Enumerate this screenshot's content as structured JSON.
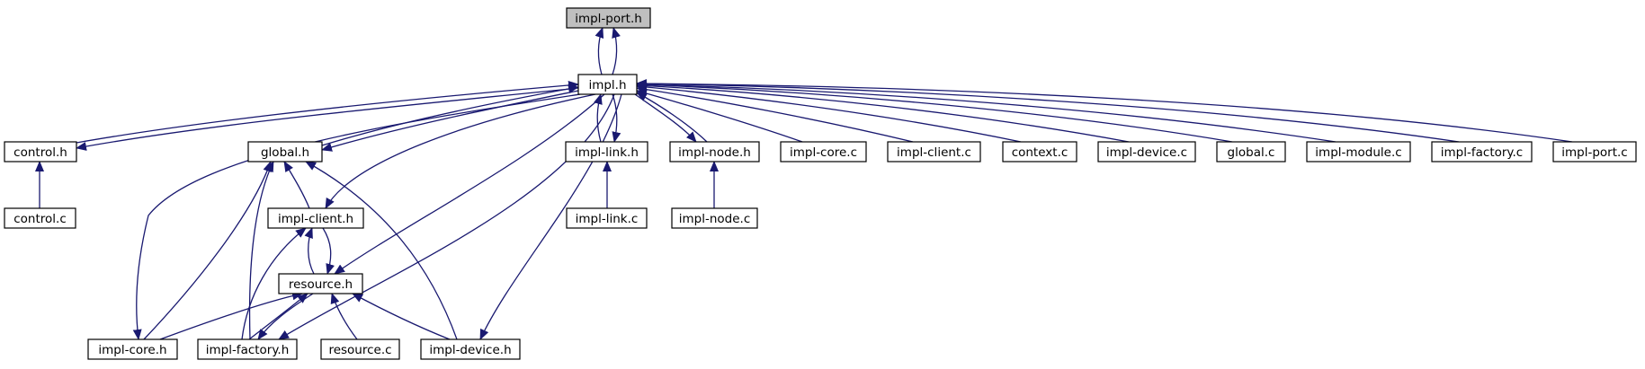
{
  "diagram": {
    "type": "include-dependency-graph",
    "colors": {
      "edge": "#191970",
      "node_border": "#000000",
      "node_fill": "#ffffff",
      "highlight_fill": "#bfbfbf"
    },
    "nodes": [
      {
        "id": "impl_port_h",
        "label": "impl-port.h",
        "highlight": true
      },
      {
        "id": "impl_h",
        "label": "impl.h"
      },
      {
        "id": "control_h",
        "label": "control.h"
      },
      {
        "id": "global_h",
        "label": "global.h"
      },
      {
        "id": "impl_link_h",
        "label": "impl-link.h"
      },
      {
        "id": "impl_node_h",
        "label": "impl-node.h"
      },
      {
        "id": "impl_core_c",
        "label": "impl-core.c"
      },
      {
        "id": "impl_client_c",
        "label": "impl-client.c"
      },
      {
        "id": "context_c",
        "label": "context.c"
      },
      {
        "id": "impl_device_c",
        "label": "impl-device.c"
      },
      {
        "id": "global_c",
        "label": "global.c"
      },
      {
        "id": "impl_module_c",
        "label": "impl-module.c"
      },
      {
        "id": "impl_factory_c",
        "label": "impl-factory.c"
      },
      {
        "id": "impl_port_c",
        "label": "impl-port.c"
      },
      {
        "id": "control_c",
        "label": "control.c"
      },
      {
        "id": "impl_client_h",
        "label": "impl-client.h"
      },
      {
        "id": "impl_link_c",
        "label": "impl-link.c"
      },
      {
        "id": "impl_node_c",
        "label": "impl-node.c"
      },
      {
        "id": "resource_h",
        "label": "resource.h"
      },
      {
        "id": "impl_core_h",
        "label": "impl-core.h"
      },
      {
        "id": "impl_factory_h",
        "label": "impl-factory.h"
      },
      {
        "id": "resource_c",
        "label": "resource.c"
      },
      {
        "id": "impl_device_h",
        "label": "impl-device.h"
      }
    ],
    "edges": [
      {
        "from": "impl_port_h",
        "to": "impl_h"
      },
      {
        "from": "impl_h",
        "to": "impl_port_h"
      },
      {
        "from": "impl_h",
        "to": "control_h"
      },
      {
        "from": "control_h",
        "to": "impl_h"
      },
      {
        "from": "impl_h",
        "to": "global_h"
      },
      {
        "from": "global_h",
        "to": "impl_h"
      },
      {
        "from": "impl_h",
        "to": "impl_link_h"
      },
      {
        "from": "impl_link_h",
        "to": "impl_h"
      },
      {
        "from": "impl_h",
        "to": "impl_node_h"
      },
      {
        "from": "impl_node_h",
        "to": "impl_h"
      },
      {
        "from": "impl_core_c",
        "to": "impl_h"
      },
      {
        "from": "impl_client_c",
        "to": "impl_h"
      },
      {
        "from": "context_c",
        "to": "impl_h"
      },
      {
        "from": "impl_device_c",
        "to": "impl_h"
      },
      {
        "from": "global_c",
        "to": "impl_h"
      },
      {
        "from": "impl_module_c",
        "to": "impl_h"
      },
      {
        "from": "impl_factory_c",
        "to": "impl_h"
      },
      {
        "from": "impl_port_c",
        "to": "impl_h"
      },
      {
        "from": "control_c",
        "to": "control_h"
      },
      {
        "from": "impl_link_c",
        "to": "impl_link_h"
      },
      {
        "from": "impl_node_c",
        "to": "impl_node_h"
      },
      {
        "from": "impl_h",
        "to": "impl_client_h"
      },
      {
        "from": "impl_client_h",
        "to": "global_h"
      },
      {
        "from": "impl_h",
        "to": "resource_h"
      },
      {
        "from": "impl_h",
        "to": "impl_core_h"
      },
      {
        "from": "impl_h",
        "to": "impl_factory_h"
      },
      {
        "from": "impl_h",
        "to": "impl_device_h"
      },
      {
        "from": "impl_core_h",
        "to": "global_h"
      },
      {
        "from": "impl_factory_h",
        "to": "global_h"
      },
      {
        "from": "impl_device_h",
        "to": "global_h"
      },
      {
        "from": "impl_client_h",
        "to": "resource_h"
      },
      {
        "from": "resource_h",
        "to": "impl_client_h"
      },
      {
        "from": "impl_factory_h",
        "to": "impl_client_h"
      },
      {
        "from": "impl_core_h",
        "to": "resource_h"
      },
      {
        "from": "impl_factory_h",
        "to": "resource_h"
      },
      {
        "from": "resource_h",
        "to": "impl_factory_h"
      },
      {
        "from": "resource_c",
        "to": "resource_h"
      },
      {
        "from": "impl_device_h",
        "to": "resource_h"
      }
    ]
  }
}
